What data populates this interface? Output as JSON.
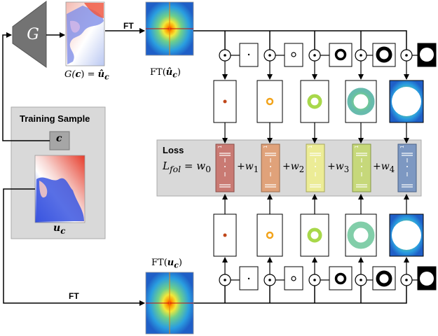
{
  "generator": {
    "label": "G"
  },
  "generated": {
    "label_lhs": "G(",
    "label_c": "c",
    "label_mid": ") = ",
    "label_u": "û",
    "label_sub": "c"
  },
  "ft_generated": {
    "label_ft": "FT(",
    "label_u": "û",
    "label_sub": "c",
    "label_close": ")"
  },
  "ft_arrow_top": "FT",
  "ft_arrow_bottom": "FT",
  "training_sample": {
    "title": "Training Sample",
    "condition": "c",
    "sample_u": "u",
    "sample_sub": "c"
  },
  "ft_real": {
    "label_ft": "FT(",
    "label_u": "u",
    "label_sub": "c",
    "label_close": ")"
  },
  "loss": {
    "title": "Loss",
    "lhs_L": "L",
    "lhs_sub": "fol",
    "eq": " = ",
    "w0": "w",
    "w0_sub": "0",
    "terms": [
      {
        "plus": "+",
        "w": "w",
        "sub": "1"
      },
      {
        "plus": "+",
        "w": "w",
        "sub": "2"
      },
      {
        "plus": "+",
        "w": "w",
        "sub": "3"
      },
      {
        "plus": "+",
        "w": "w",
        "sub": "4"
      }
    ],
    "norm_sub": "1"
  },
  "operator_symbol": "⊙",
  "band_colors": [
    "#c97a73",
    "#e0a27a",
    "#ecec96",
    "#c6d87a",
    "#7d98c2"
  ],
  "colors": {
    "panel_gray": "#d9d9d9",
    "panel_border": "#aaaaaa",
    "generator_fill": "#737373",
    "line": "#000000"
  },
  "icons": [
    "generator-trapezoid-icon",
    "hadamard-product-icon",
    "annular-mask-icon",
    "frequency-band-icon"
  ]
}
